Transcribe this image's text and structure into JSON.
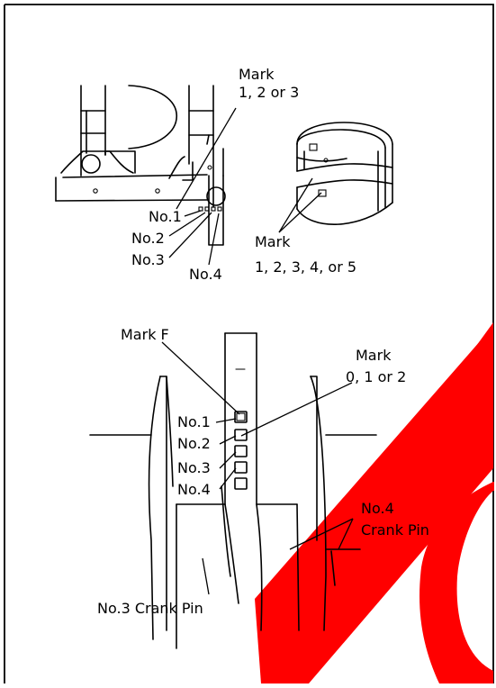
{
  "upper": {
    "mark_rod_line1": "Mark",
    "mark_rod_line2": "1, 2 or 3",
    "journals": [
      "No.1",
      "No.2",
      "No.3",
      "No.4"
    ],
    "mark_bearing_line1": "Mark",
    "mark_bearing_line2": "1, 2, 3, 4, or 5"
  },
  "lower": {
    "mark_f": "Mark F",
    "mark_crank_line1": "Mark",
    "mark_crank_line2": "0, 1 or 2",
    "journals": [
      "No.1",
      "No.2",
      "No.3",
      "No.4"
    ],
    "no4_pin_line1": "No.4",
    "no4_pin_line2": "Crank Pin",
    "no3_pin": "No.3 Crank Pin"
  },
  "colors": {
    "watermark": "#ff0000",
    "line": "#000000",
    "background": "#ffffff"
  }
}
